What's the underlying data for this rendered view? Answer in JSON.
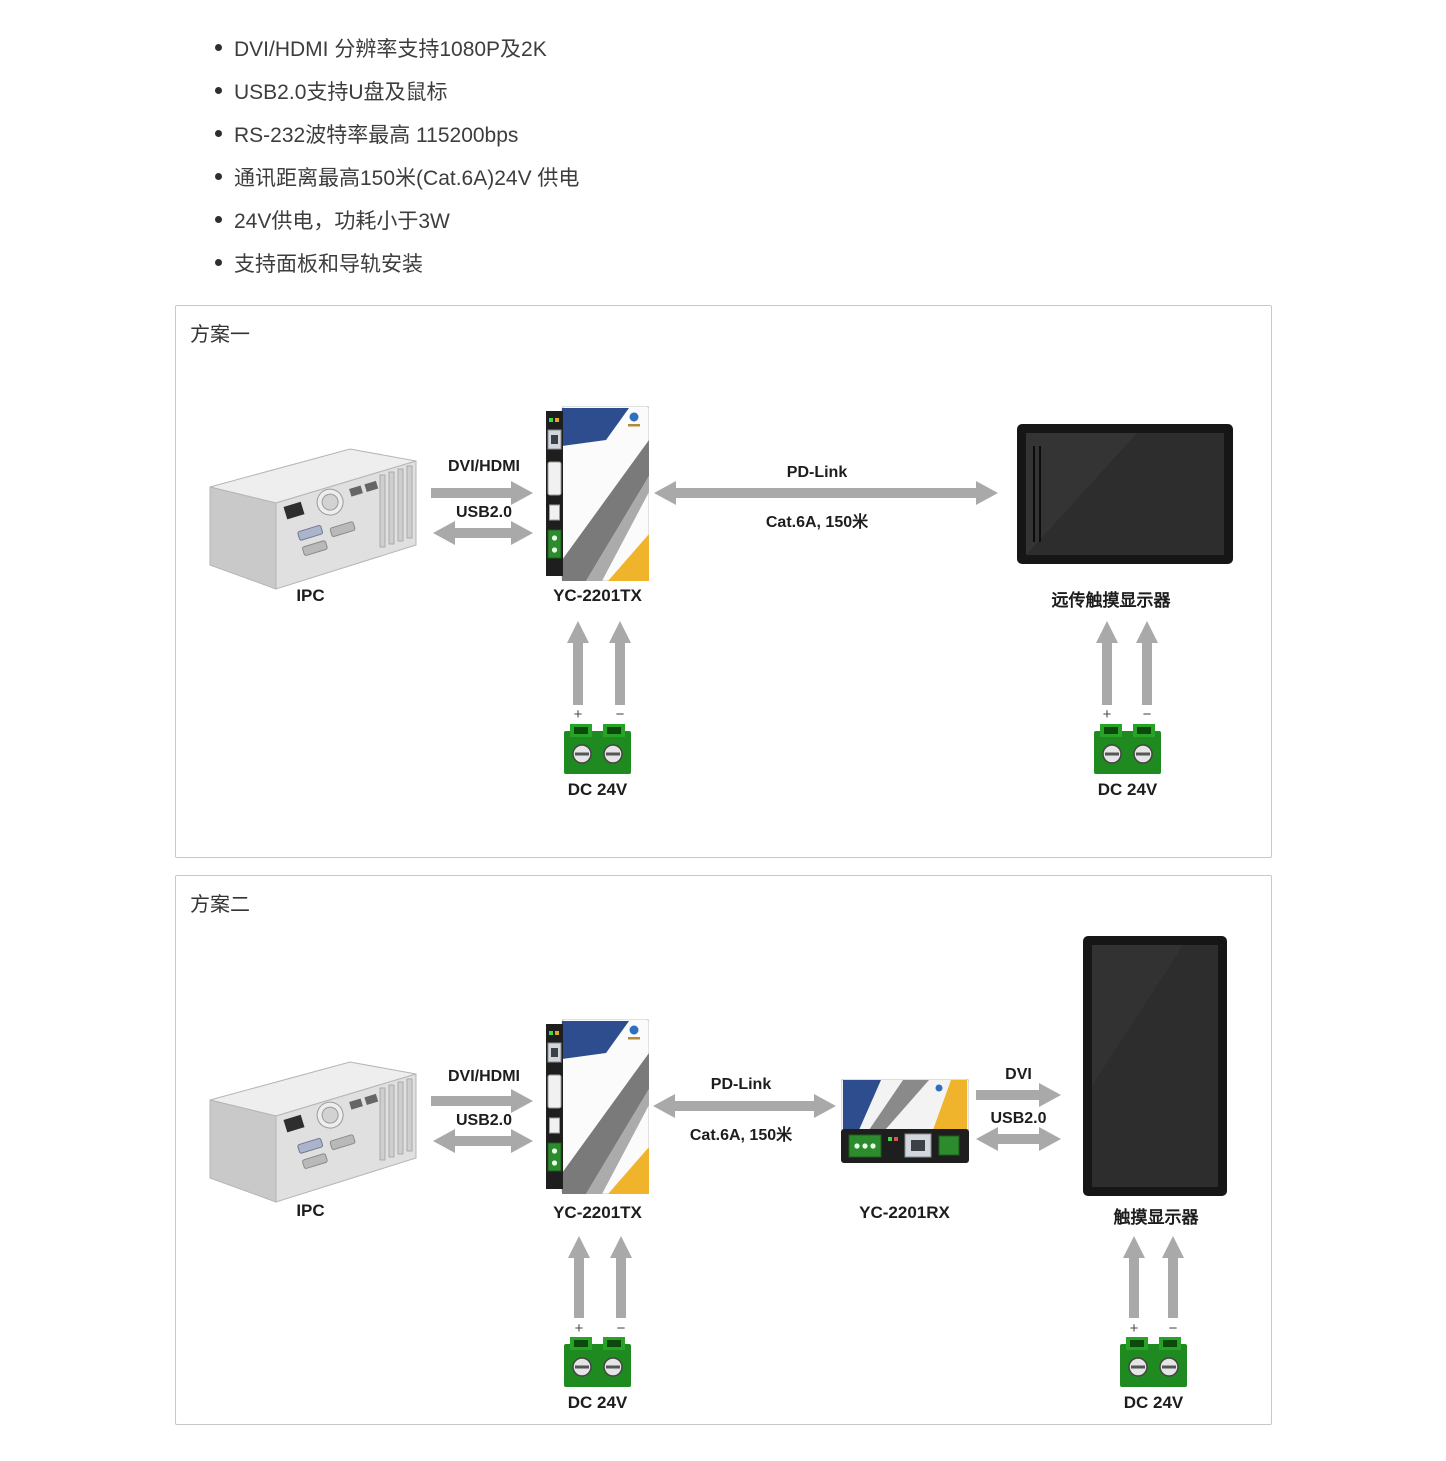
{
  "bullets": [
    "DVI/HDMI 分辨率支持1080P及2K",
    "USB2.0支持U盘及鼠标",
    "RS-232波特率最高 115200bps",
    "通讯距离最高150米(Cat.6A)24V 供电",
    "24V供电，功耗小于3W",
    "支持面板和导轨安装"
  ],
  "scheme1": {
    "title": "方案一",
    "ipc": "IPC",
    "dvi_hdmi": "DVI/HDMI",
    "usb": "USB2.0",
    "tx": "YC-2201TX",
    "pd_link": "PD-Link",
    "cat6a": "Cat.6A, 150米",
    "display": "远传触摸显示器",
    "dc": "DC 24V",
    "plus": "+",
    "minus": "−"
  },
  "scheme2": {
    "title": "方案二",
    "ipc": "IPC",
    "dvi_hdmi": "DVI/HDMI",
    "usb": "USB2.0",
    "tx": "YC-2201TX",
    "pd_link": "PD-Link",
    "cat6a": "Cat.6A, 150米",
    "rx": "YC-2201RX",
    "dvi": "DVI",
    "usb_rx": "USB2.0",
    "display": "触摸显示器",
    "dc": "DC 24V",
    "plus": "+",
    "minus": "−"
  },
  "icons": {
    "ipc-graphic": "industrial-pc-chassis",
    "tx-device-graphic": "yc-2201tx-extender-unit",
    "rx-device-graphic": "yc-2201rx-extender-unit",
    "display-graphic": "touch-display-panel",
    "dc-connector-graphic": "green-terminal-block",
    "arrow": "gray-signal-arrow",
    "bullet-icon": "round-bullet"
  },
  "colors": {
    "arrow_gray": "#a9a9a9",
    "device_blue": "#2e4d8e",
    "device_yellow": "#f0b32c",
    "terminal_green": "#1f8a1f",
    "panel_border": "#c8c8c8",
    "text": "#1d1d1d"
  }
}
